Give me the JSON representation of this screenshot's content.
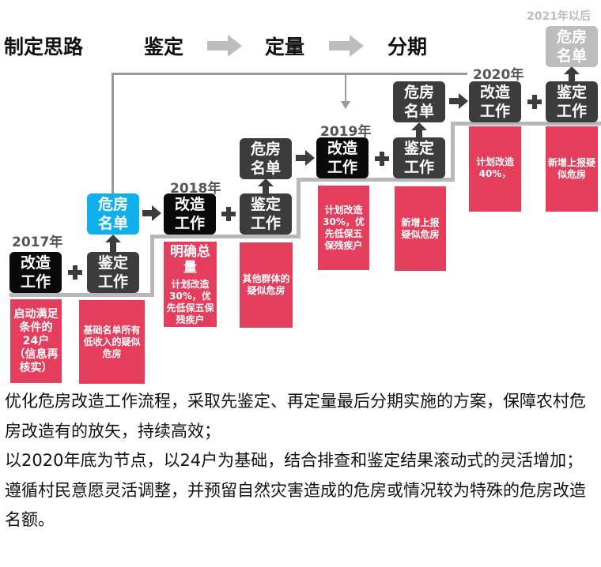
{
  "header": {
    "title": "制定思路",
    "steps": [
      "鉴定",
      "定量",
      "分期"
    ],
    "future_label": "2021年以后"
  },
  "years": [
    "2017年",
    "2018年",
    "2019年",
    "2020年"
  ],
  "boxes": {
    "reform": "改造\n工作",
    "appraise": "鉴定\n工作",
    "list": "危房\n名单"
  },
  "notes": [
    "启动满足条件的24户（信息再核实）",
    "基础名单所有低收入的疑似危房",
    "计划改造30%，优先低保五保残疾户",
    "其他群体的疑似危房",
    "计划改造30%，优先低保五保残疾户",
    "新增上报疑似危房",
    "计划改造40%，",
    "新增上报疑似危房"
  ],
  "note_heading": "明确总量",
  "paragraph": [
    "优化危房改造工作流程，采取先鉴定、再定量最后分期实施的方案，保障农村危房改造有的放矢，持续高效；",
    "以2020年底为节点，以24户为基础，结合排查和鉴定结果滚动式的灵活增加；",
    "遵循村民意愿灵活调整，并预留自然灾害造成的危房或情况较为特殊的危房改造名额。"
  ]
}
